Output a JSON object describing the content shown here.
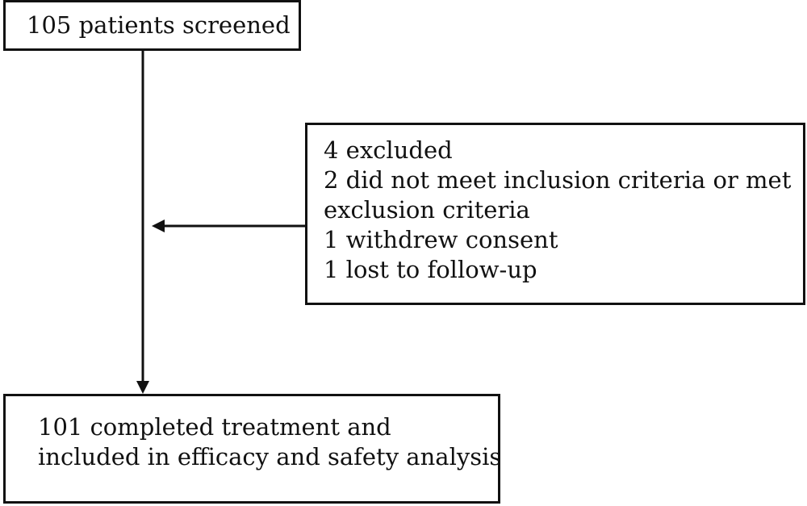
{
  "flowchart": {
    "screened": {
      "label": "105 patients screened"
    },
    "excluded": {
      "lines": [
        "4 excluded",
        "2 did not meet inclusion criteria or met",
        "exclusion criteria",
        "1 withdrew consent",
        "1 lost to follow-up"
      ]
    },
    "completed": {
      "lines": [
        "101 completed treatment and",
        "included in efficacy and safety analysis"
      ]
    },
    "colors": {
      "stroke": "#111111",
      "background": "#ffffff"
    }
  }
}
